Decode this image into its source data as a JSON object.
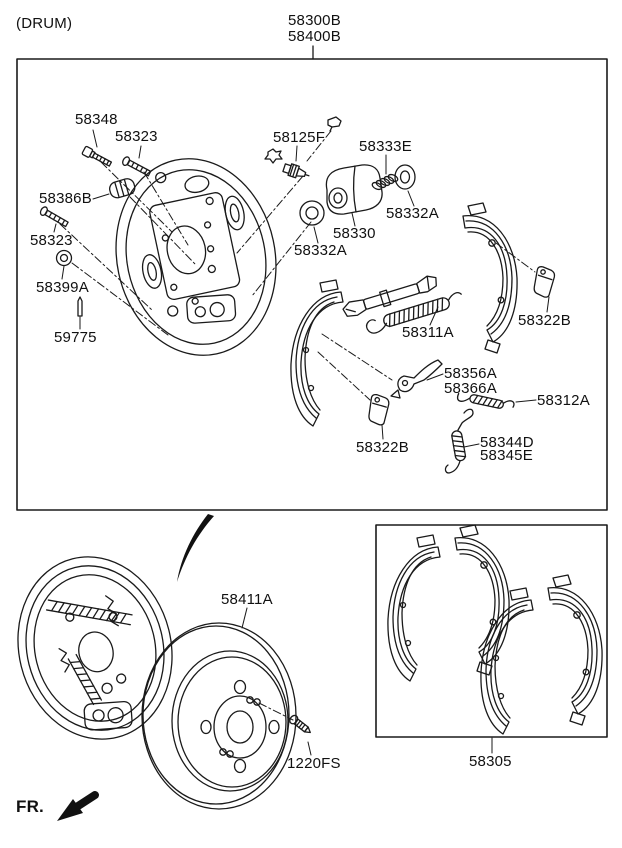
{
  "colors": {
    "line": "#1a1a1a",
    "background": "#ffffff"
  },
  "header": {
    "drum_note": "(DRUM)",
    "assembly_code_1": "58300B",
    "assembly_code_2": "58400B"
  },
  "parts": {
    "bolt_58348": "58348",
    "bolt_58323_upper": "58323",
    "bolt_58323_lower": "58323",
    "plug_58386B": "58386B",
    "nut_58399A": "58399A",
    "pin_59775": "59775",
    "bleeder_58125F": "58125F",
    "spring_58333E": "58333E",
    "boot_58332A_right": "58332A",
    "boot_58332A_left": "58332A",
    "cylinder_58330": "58330",
    "adjuster_58311A": "58311A",
    "lever_58356A": "58356A",
    "lever_58366A": "58366A",
    "pad_58322B_right": "58322B",
    "pad_58322B_left": "58322B",
    "spring_58312A": "58312A",
    "spring_58344D": "58344D",
    "spring_58345E": "58345E",
    "drum_58411A": "58411A",
    "screw_1220FS": "1220FS",
    "shoe_kit_58305": "58305"
  },
  "footer": {
    "front_label": "FR."
  }
}
